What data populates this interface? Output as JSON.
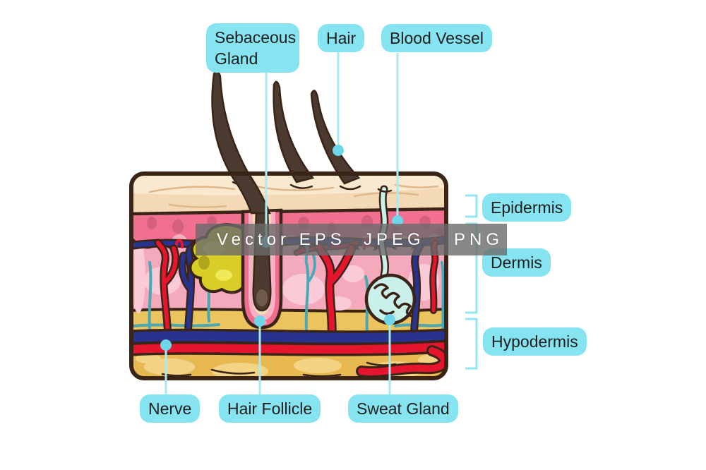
{
  "figure": {
    "kind": "anatomy-diagram",
    "subject": "Cross-section of human skin"
  },
  "labels": {
    "sebaceous_gland": "Sebaceous Gland",
    "hair": "Hair",
    "blood_vessel": "Blood Vessel",
    "epidermis": "Epidermis",
    "dermis": "Dermis",
    "hypodermis": "Hypodermis",
    "nerve": "Nerve",
    "hair_follicle": "Hair Follicle",
    "sweat_gland": "Sweat Gland"
  },
  "watermark": {
    "items": [
      "Vector EPS",
      "JPEG",
      "PNG"
    ]
  },
  "colors": {
    "label_bg": "#86E3F0",
    "label_text": "#1E1E1E",
    "callout": "#A9EAF4",
    "callout_dot": "#6FD6E9",
    "bracket": "#8FE5F1",
    "watermark_bg": "rgba(106,106,106,0.8)",
    "watermark_text": "#FFFFFF",
    "outline": "#3A2417",
    "skin_top": "#F4D9B6",
    "skin_top_hi": "#FAE9CE",
    "skin_wrinkle": "#DFB78D",
    "epidermis": "#F1708F",
    "epidermis_spot": "#D5607E",
    "papilla": "#F7AFC2",
    "dermis": "#F5A9BD",
    "dermis_blob": "#FACBD7",
    "fat_band": "#ECC45D",
    "fat": "#E9B951",
    "fat_blob": "#F3D384",
    "vessel_red": "#E5152E",
    "vessel_blue": "#283390",
    "nerve_teal": "#49A8B4",
    "hair_brown": "#4B3A30",
    "hair_highlight": "#6F5A4D",
    "follicle_sheath": "#EF6E8D",
    "follicle_inner": "#F8B2C3",
    "gland_yellow": "#D9CD28",
    "gland_highlight": "#F0E95A",
    "gland_shadow": "#AFA71B",
    "sweat": "#C9F1E9",
    "background": "#FFFFFF"
  }
}
